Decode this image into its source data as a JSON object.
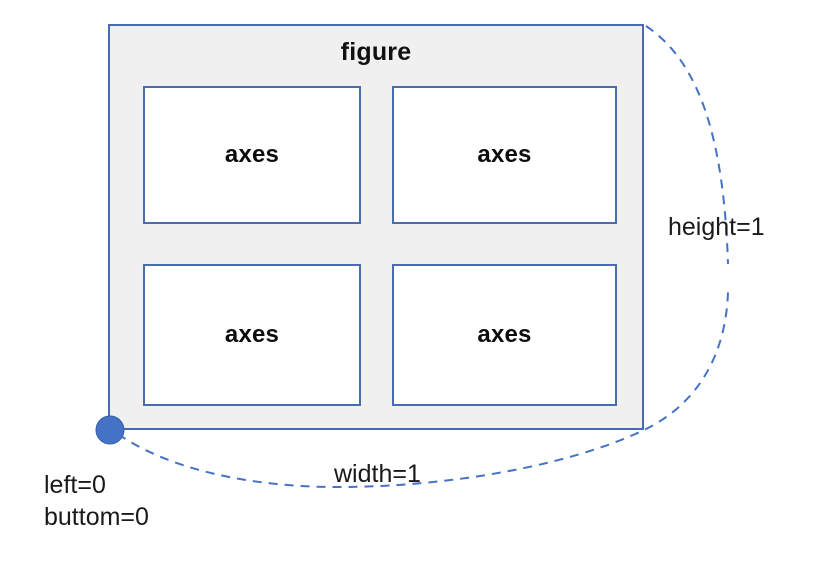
{
  "diagram": {
    "title": "figure",
    "figure": {
      "label": "figure",
      "background_color": "#F0F0F0",
      "border_color": "#4B6BAF"
    },
    "axes": [
      {
        "label": "axes",
        "position": "top-left"
      },
      {
        "label": "axes",
        "position": "top-right"
      },
      {
        "label": "axes",
        "position": "bottom-left"
      },
      {
        "label": "axes",
        "position": "bottom-right"
      }
    ],
    "annotations": {
      "height": "height=1",
      "width": "width=1",
      "left": "left=0",
      "bottom": "buttom=0"
    },
    "origin_marker": {
      "name": "origin-point",
      "color": "#4472C4"
    },
    "leader_line_color": "#4472C4",
    "leader_line_style": "dashed"
  }
}
